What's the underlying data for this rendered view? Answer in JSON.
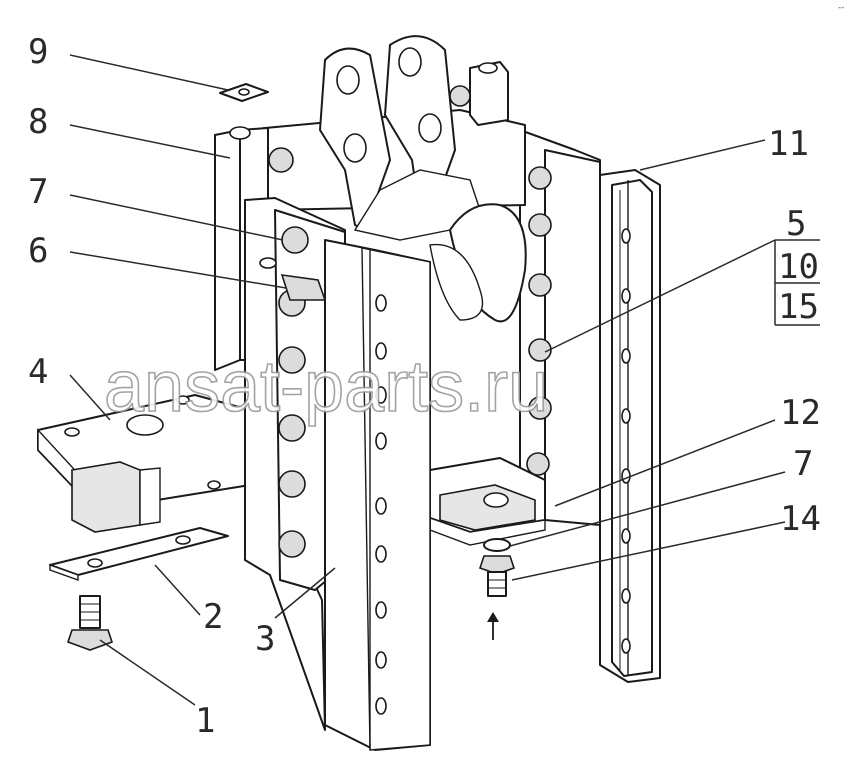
{
  "watermark": "ansat-parts.ru",
  "corner_mark": "--",
  "callouts": {
    "c1": "1",
    "c2": "2",
    "c3": "3",
    "c4": "4",
    "c5": "5",
    "c6": "6",
    "c7_top": "7",
    "c7_bottom": "7",
    "c8": "8",
    "c9": "9",
    "c10": "10",
    "c11": "11",
    "c12": "12",
    "c14": "14",
    "c15": "15"
  }
}
